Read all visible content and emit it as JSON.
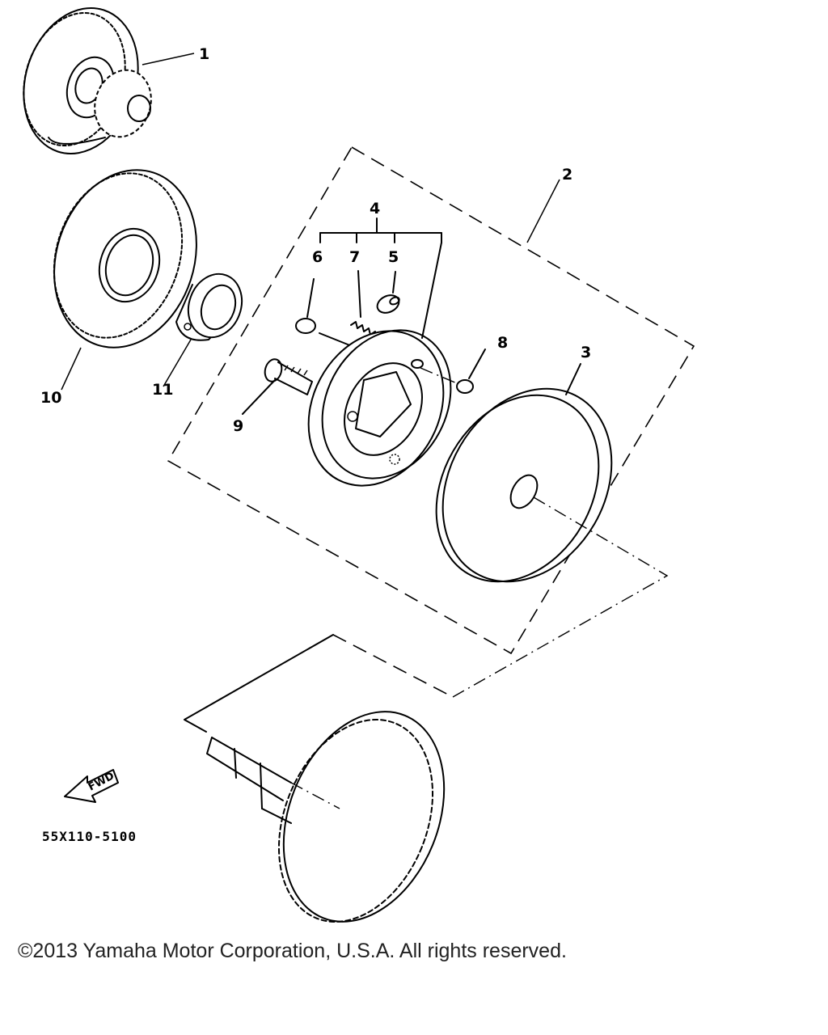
{
  "callouts": {
    "c1": "1",
    "c2": "2",
    "c3": "3",
    "c4": "4",
    "c5": "5",
    "c6": "6",
    "c7": "7",
    "c8": "8",
    "c9": "9",
    "c10": "10",
    "c11": "11"
  },
  "fwd_label": "FWD",
  "part_code": "55X110-5100",
  "copyright": "©2013 Yamaha Motor Corporation, U.S.A. All rights reserved."
}
